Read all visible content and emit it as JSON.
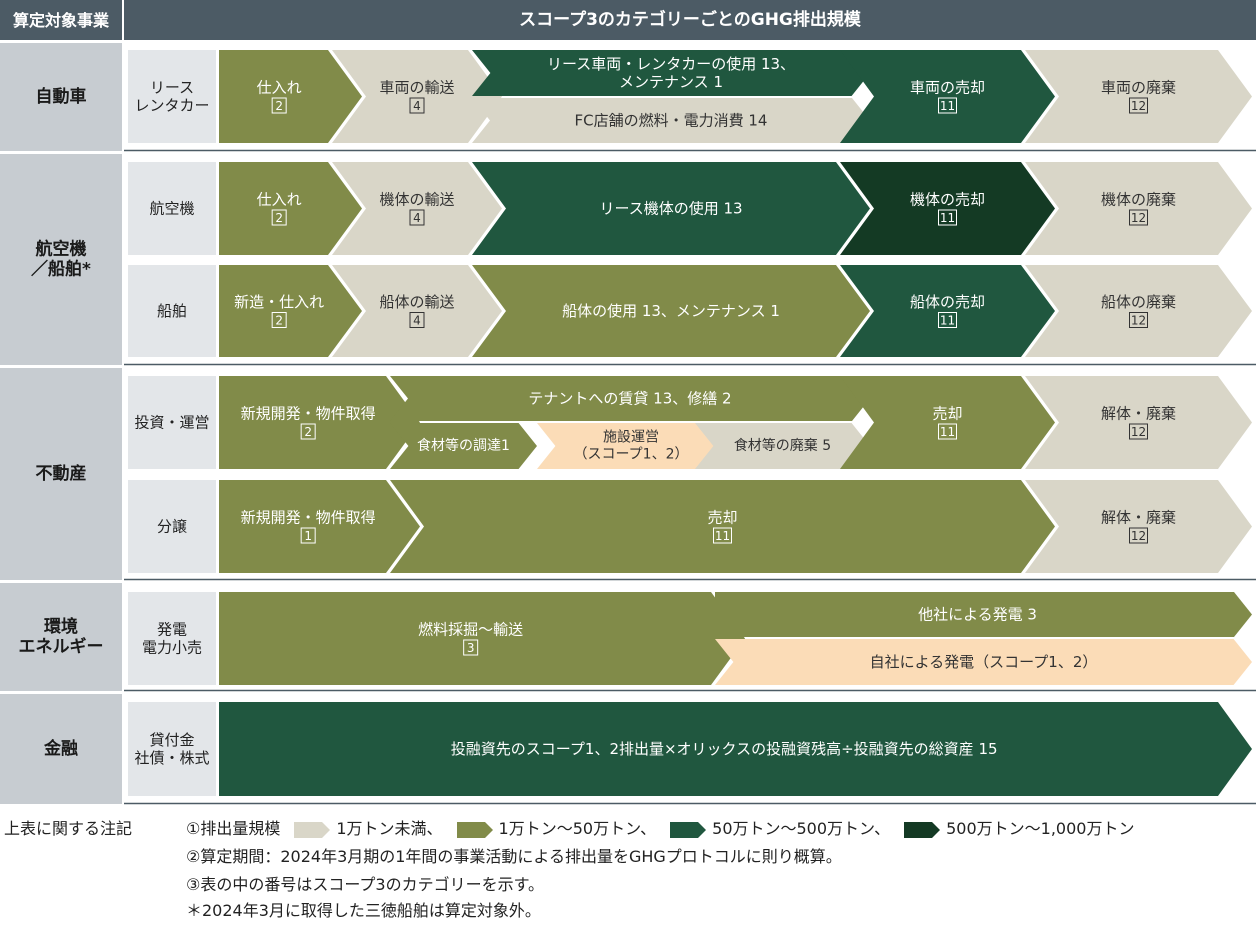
{
  "colors": {
    "level1": "#d9d6c8",
    "level2": "#818b49",
    "level3": "#20573f",
    "level4": "#143a24",
    "own": "#fbdcb7",
    "header": "#4c5b65",
    "sector_bg": "#c7ccd1",
    "sub_bg": "#e3e6e9",
    "rule": "#4c5b65"
  },
  "header": {
    "col1": "算定対象事業",
    "col2": "スコープ3のカテゴリーごとのGHG排出規模"
  },
  "sectors": [
    {
      "label": "自動車"
    },
    {
      "label": "航空機\n／船舶*"
    },
    {
      "label": "不動産"
    },
    {
      "label": "環境\nエネルギー"
    },
    {
      "label": "金融"
    }
  ],
  "subs": [
    {
      "label": "リース\nレンタカー"
    },
    {
      "label": "航空機"
    },
    {
      "label": "船舶"
    },
    {
      "label": "投資・運営"
    },
    {
      "label": "分譲"
    },
    {
      "label": "発電\n電力小売"
    },
    {
      "label": "貸付金\n社債・株式"
    }
  ],
  "cells": [
    {
      "label": "仕入れ",
      "cat": "2",
      "level": 2
    },
    {
      "label": "車両の輸送",
      "cat": "4",
      "level": 1
    },
    {
      "label": "リース車両・レンタカーの使用 13、\nメンテナンス 1",
      "level": 3
    },
    {
      "label": "FC店舗の燃料・電力消費 14",
      "level": 1
    },
    {
      "label": "車両の売却",
      "cat": "11",
      "level": 3
    },
    {
      "label": "車両の廃棄",
      "cat": "12",
      "level": 1
    },
    {
      "label": "仕入れ",
      "cat": "2",
      "level": 2
    },
    {
      "label": "機体の輸送",
      "cat": "4",
      "level": 1
    },
    {
      "label": "リース機体の使用 13",
      "level": 3
    },
    {
      "label": "機体の売却",
      "cat": "11",
      "level": 4
    },
    {
      "label": "機体の廃棄",
      "cat": "12",
      "level": 1
    },
    {
      "label": "新造・仕入れ",
      "cat": "2",
      "level": 2
    },
    {
      "label": "船体の輸送",
      "cat": "4",
      "level": 1
    },
    {
      "label": "船体の使用 13、メンテナンス 1",
      "level": 2
    },
    {
      "label": "船体の売却",
      "cat": "11",
      "level": 3
    },
    {
      "label": "船体の廃棄",
      "cat": "12",
      "level": 1
    },
    {
      "label": "新規開発・物件取得",
      "cat": "2",
      "level": 2
    },
    {
      "label": "テナントへの賃貸 13、修繕 2",
      "level": 2
    },
    {
      "label": "食材等の調達1",
      "level": 2
    },
    {
      "label": "施設運営\n（スコープ1、2）",
      "level": 0
    },
    {
      "label": "食材等の廃棄 5",
      "level": 1
    },
    {
      "label": "売却",
      "cat": "11",
      "level": 2
    },
    {
      "label": "解体・廃棄",
      "cat": "12",
      "level": 1
    },
    {
      "label": "新規開発・物件取得",
      "cat": "1",
      "level": 2
    },
    {
      "label": "売却",
      "cat": "11",
      "level": 2
    },
    {
      "label": "解体・廃棄",
      "cat": "12",
      "level": 1
    },
    {
      "label": "燃料採掘～輸送",
      "cat": "3",
      "level": 2
    },
    {
      "label": "他社による発電 3",
      "level": 2
    },
    {
      "label": "自社による発電（スコープ1、2）",
      "level": 0
    },
    {
      "label": "投融資先のスコープ1、2排出量×オリックスの投融資残高÷投融資先の総資産 15",
      "level": 3
    }
  ],
  "notes": {
    "title": "上表に関する注記",
    "legend_prefix": "①排出量規模",
    "legend": [
      {
        "label": "1万トン未満、",
        "level": 1
      },
      {
        "label": "1万トン～50万トン、",
        "level": 2
      },
      {
        "label": "50万トン～500万トン、",
        "level": 3
      },
      {
        "label": "500万トン～1,000万トン",
        "level": 4
      }
    ],
    "line2": "②算定期間：2024年3月期の1年間の事業活動による排出量をGHGプロトコルに則り概算。",
    "line3": "③表の中の番号はスコープ3のカテゴリーを示す。",
    "line4": "＊2024年3月に取得した三徳船舶は算定対象外。"
  }
}
